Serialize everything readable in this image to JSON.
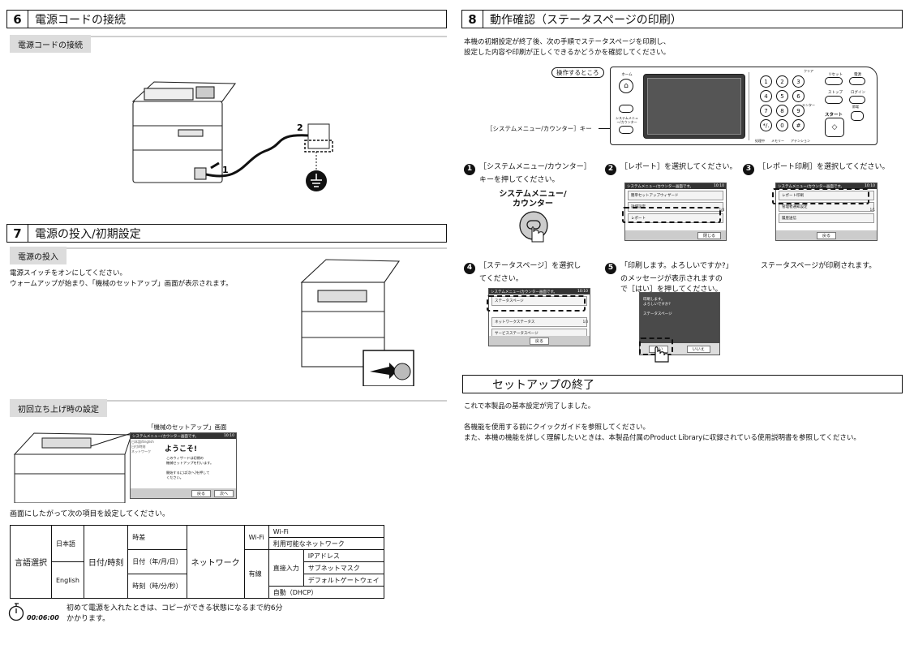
{
  "s6": {
    "num": "6",
    "title": "電源コードの接続",
    "sub": "電源コードの接続",
    "c1": "1",
    "c2": "2"
  },
  "s7": {
    "num": "7",
    "title": "電源の投入/初期設定",
    "sub1": "電源の投入",
    "p1": "電源スイッチをオンにしてください。",
    "p2": "ウォームアップが始まり、「機械のセットアップ」画面が表示されます。",
    "sub2": "初回立ち上げ時の設定",
    "screen_caption": "「機械のセットアップ」画面",
    "wiz_bar": "システムメニュー/カウンター画面です。",
    "wiz_time": "10:10",
    "wiz_side": [
      "日本語/English",
      "日付/時刻",
      "ネットワーク"
    ],
    "wiz_welcome": "ようこそ!",
    "wiz_body": [
      "このウィザードは初期の",
      "機械セットアップを行います。",
      "",
      "開始するには[次へ]を押して",
      "ください。"
    ],
    "wiz_back": "戻る",
    "wiz_next": "次へ",
    "table_intro": "画面にしたがって次の項目を設定してください。",
    "t": {
      "lang": "言語選択",
      "ja": "日本語",
      "en": "English",
      "dt": "日付/時刻",
      "tz": "時差",
      "date": "日付（年/月/日）",
      "time": "時刻（時/分/秒）",
      "net": "ネットワーク",
      "wifi": "Wi-Fi",
      "wifi1": "Wi-Fi",
      "wifi2": "利用可能なネットワーク",
      "wired": "有線",
      "direct": "直接入力",
      "ip": "IPアドレス",
      "mask": "サブネットマスク",
      "gw": "デフォルトゲートウェイ",
      "auto": "自動（DHCP）"
    },
    "timer": "00:06:00",
    "note1": "初めて電源を入れたときは、コピーができる状態になるまで約6分",
    "note2": "かかります。"
  },
  "s8": {
    "num": "8",
    "title": "動作確認（ステータスページの印刷）",
    "p1": "本機の初期設定が終了後、次の手順でステータスページを印刷し、",
    "p2": "設定した内容や印刷が正しくできるかどうかを確認してください。",
    "op_label": "操作するところ",
    "key_label": "［システムメニュー/カウンター］キー",
    "panel": {
      "home": "ホーム",
      "sysmenu": "システムメニュー/カウンター",
      "clear": "クリア",
      "reset": "リセット",
      "power": "電源",
      "stop": "ストップ",
      "login": "ログイン",
      "enter": "エンター",
      "start": "スタート",
      "energy": "節電",
      "keys": [
        "1",
        "2",
        "3",
        "4",
        "5",
        "6",
        "7",
        "8",
        "9",
        "*/.",
        "0",
        "#"
      ],
      "lamps": [
        "処理中",
        "メモリー",
        "アテンション"
      ]
    },
    "step1a": "［システムメニュー/カウンター］",
    "step1b": "キーを押してください。",
    "key_big1": "システムメニュー/",
    "key_big2": "カウンター",
    "step2": "［レポート］を選択してください。",
    "step3": "［レポート印刷］を選択してください。",
    "step4a": "［ステータスページ］を選択し",
    "step4b": "てください。",
    "step5a": "「印刷します。よろしいですか?」",
    "step5b": "のメッセージが表示されますの",
    "step5c": "で［はい］を押してください。",
    "step6": "ステータスページが印刷されます。",
    "scr2": {
      "bar": "システムメニュー/カウンター画面です。",
      "time": "10:10",
      "rows": [
        "簡単セットアップウィザード",
        "詳細設定",
        "レポート"
      ],
      "page": "1/4",
      "btn": "閉じる"
    },
    "scr3": {
      "bar": "システムメニュー/カウンター画面です。",
      "time": "10:10",
      "rows": [
        "レポート印刷",
        "管理者通知設定",
        "履歴送信"
      ],
      "page": "1/1",
      "btn": "戻る"
    },
    "scr4": {
      "bar": "システムメニュー/カウンター画面です。",
      "time": "10:10",
      "rows": [
        "ステータスページ",
        "ネットワークステータス",
        "サービスステータスページ"
      ],
      "page": "1/3",
      "btn": "戻る"
    },
    "scr5": {
      "l1": "印刷します。",
      "l2": "よろしいですか?",
      "l3": "ステータスページ",
      "yes": "はい",
      "no": "いいえ"
    }
  },
  "end": {
    "title": "セットアップの終了",
    "p1": "これで本製品の基本設定が完了しました。",
    "p2": "各機能を使用する前にクイックガイドを参照してください。",
    "p3": "また、本機の機能を詳しく理解したいときは、本製品付属のProduct Libraryに収録されている使用説明書を参照してください。"
  }
}
